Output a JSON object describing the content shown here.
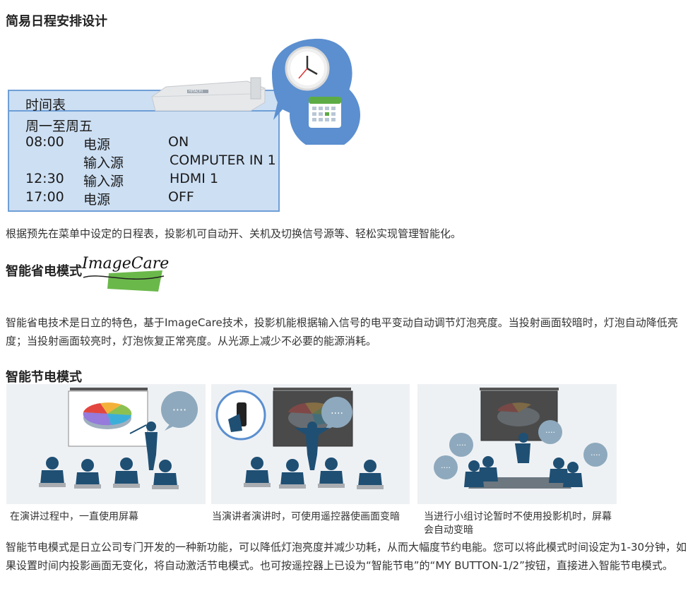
{
  "section1": {
    "title": "简易日程安排设计",
    "schedule": {
      "heading": "时间表",
      "subheading": "周一至周五",
      "rows": [
        {
          "time": "08:00",
          "item": "电源",
          "value": "ON"
        },
        {
          "time": "",
          "item": "输入源",
          "value": "COMPUTER IN 1"
        },
        {
          "time": "12:30",
          "item": "输入源",
          "value": "HDMI 1"
        },
        {
          "time": "17:00",
          "item": "电源",
          "value": "OFF"
        }
      ],
      "projector_brand": "HITACHI"
    },
    "description": "根据预先在菜单中设定的日程表，投影机可自动开、关机及切换信号源等、轻松实现管理智能化。"
  },
  "section2": {
    "title": "智能省电模式",
    "logo_text": "ImageCare",
    "description": "智能省电技术是日立的特色，基于ImageCare技术，投影机能根据输入信号的电平变动自动调节灯泡亮度。当投射画面较暗时，灯泡自动降低亮度；当投射画面较亮时，灯泡恢复正常亮度。从光源上减少不必要的能源消耗。"
  },
  "section3": {
    "title": "智能节电模式",
    "scenes": [
      {
        "caption": "在演讲过程中，一直使用屏幕"
      },
      {
        "caption": "当演讲者演讲时，可使用遥控器使画面变暗"
      },
      {
        "caption": "当进行小组讨论暂时不使用投影机时，屏幕会自动变暗"
      }
    ],
    "bubble_text": "····",
    "description": "智能节电模式是日立公司专门开发的一种新功能，可以降低灯泡亮度并减少功耗，从而大幅度节约电能。您可以将此模式时间设定为1-30分钟，如果设置时间内投影画面无变化，将自动激活节电模式。也可按遥控器上已设为“智能节电”的“MY BUTTON-1/2”按钮，直接进入智能节电模式。"
  },
  "colors": {
    "panel_fill": "#cddff3",
    "panel_border": "#6f9fd6",
    "bubble_blue": "#5b8fd0",
    "silhouette": "#1f4f73",
    "logo_green": "#6ab84a"
  }
}
